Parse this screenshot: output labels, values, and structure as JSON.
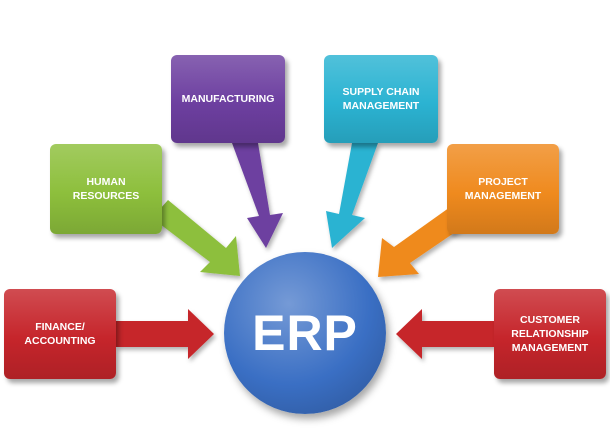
{
  "hub": {
    "label": "ERP",
    "color": "#3a6fc4"
  },
  "modules": [
    {
      "id": "manufacturing",
      "label": "MANUFACTURING",
      "color": "#6d3fa0"
    },
    {
      "id": "supply-chain",
      "label": "SUPPLY CHAIN\nMANAGEMENT",
      "color": "#2bb3d2"
    },
    {
      "id": "human",
      "label": "HUMAN\nRESOURCES",
      "color": "#8dbf3c"
    },
    {
      "id": "project",
      "label": "PROJECT\nMANAGEMENT",
      "color": "#ef8a1e"
    },
    {
      "id": "finance",
      "label": "FINANCE/\nACCOUNTING",
      "color": "#c6252b"
    },
    {
      "id": "crm",
      "label": "CUSTOMER\nRELATIONSHIP\nMANAGEMENT",
      "color": "#c6252b"
    }
  ]
}
